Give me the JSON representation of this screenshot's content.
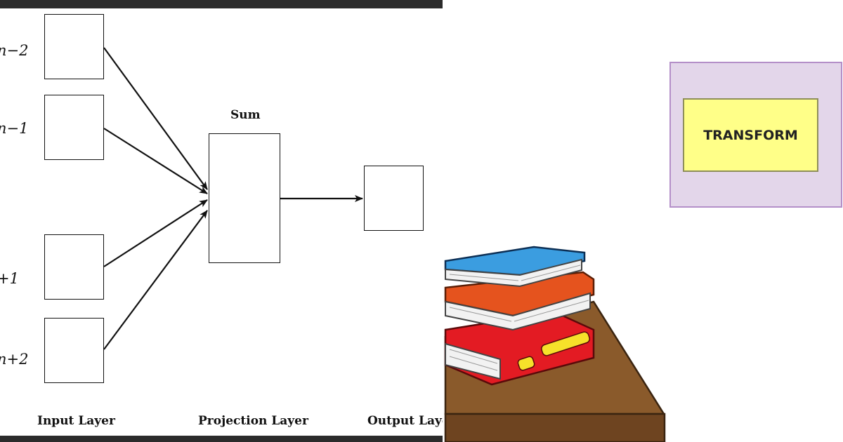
{
  "left_diagram": {
    "context_labels": [
      "n−2",
      "n−1",
      "+1",
      "n+2"
    ],
    "sum_label": "Sum",
    "layer_labels": {
      "input": "Input Layer",
      "projection": "Projection Layer",
      "output": "Output Laye"
    }
  },
  "right_panel": {
    "transform_label": "TRANSFORM"
  },
  "colors": {
    "panel_fill": "#e3d6ea",
    "panel_border": "#b48fc8",
    "transform_fill": "#ffff88",
    "book_blue": "#3b9de0",
    "book_orange": "#e5531e",
    "book_red": "#e31b23",
    "table_brown": "#8a5a2b"
  }
}
